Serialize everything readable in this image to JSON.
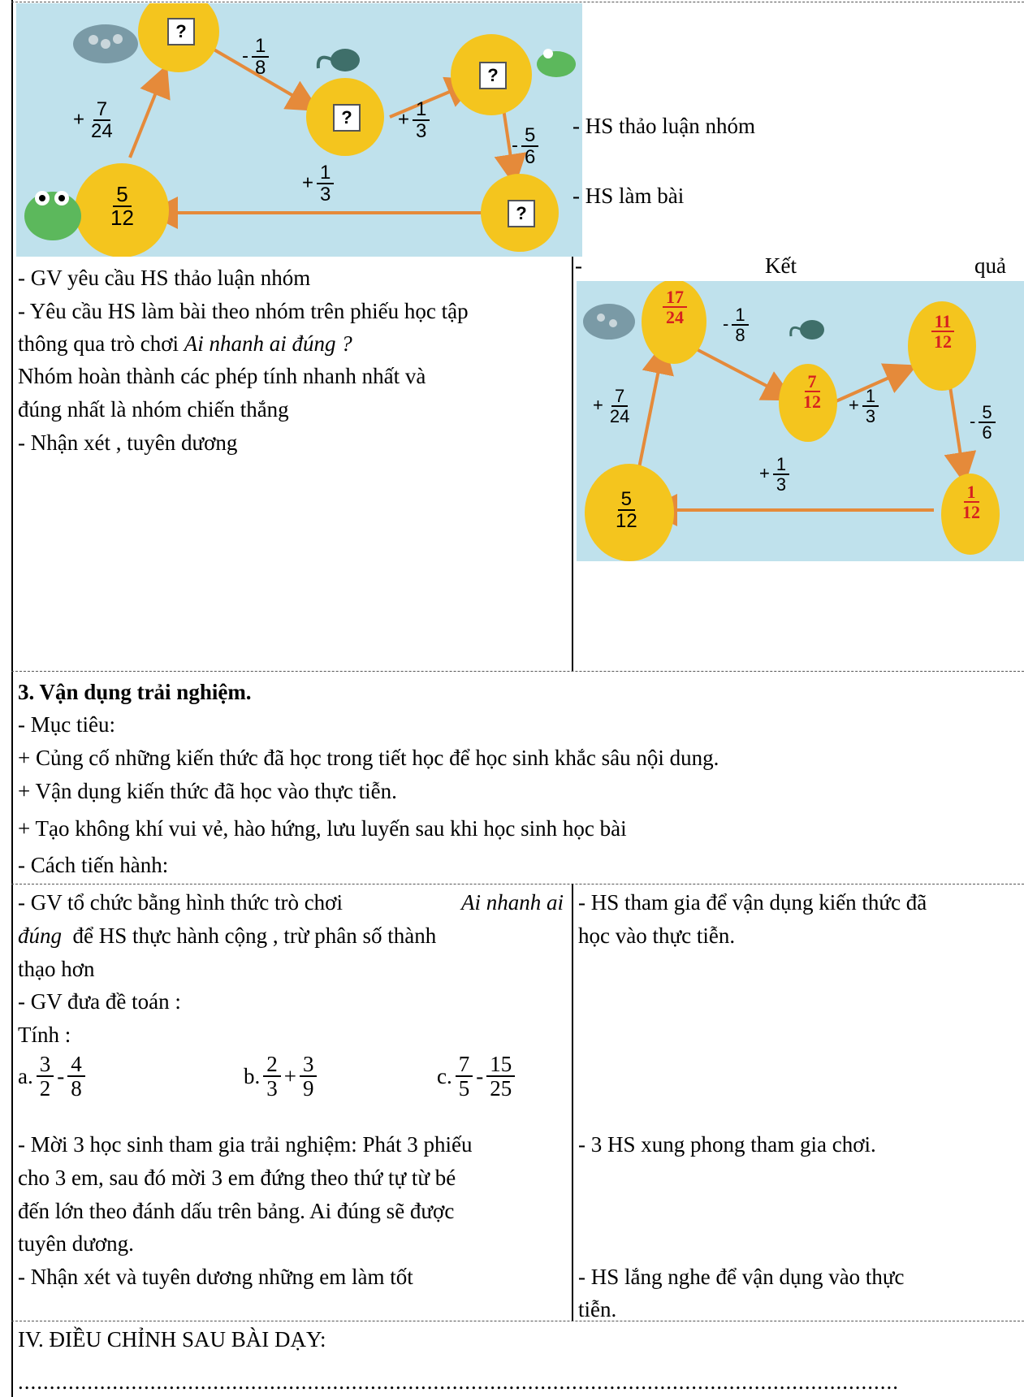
{
  "top_right": {
    "line1": "- HS thảo luận nhóm",
    "line2": "- HS làm bài",
    "result_dash": "-",
    "result_word1": "Kết",
    "result_word2": "quả"
  },
  "top_left": {
    "l1": "- GV yêu cầu HS thảo luận nhóm",
    "l2": "- Yêu cầu HS làm bài theo nhóm trên phiếu học tập",
    "l3a": "thông qua trò chơi ",
    "l3b": "Ai nhanh ai đúng ?",
    "l4": "Nhóm hoàn thành các phép tính nhanh nhất và",
    "l5": "đúng nhất là nhóm chiến thắng",
    "l6": "- Nhận xét , tuyên dương"
  },
  "game1": {
    "unknown": "?",
    "start": {
      "num": "5",
      "den": "12"
    },
    "op1": {
      "sign": "+",
      "num": "7",
      "den": "24"
    },
    "op2": {
      "sign": "-",
      "num": "1",
      "den": "8"
    },
    "op3": {
      "sign": "+",
      "num": "1",
      "den": "3"
    },
    "op4": {
      "sign": "-",
      "num": "5",
      "den": "6"
    },
    "op5": {
      "sign": "+",
      "num": "1",
      "den": "3"
    }
  },
  "game2": {
    "n1": {
      "num": "17",
      "den": "24"
    },
    "n2": {
      "num": "7",
      "den": "12"
    },
    "n3": {
      "num": "11",
      "den": "12"
    },
    "n4": {
      "num": "1",
      "den": "12"
    }
  },
  "section3": {
    "title": "3. Vận dụng trải nghiệm.",
    "goal": "- Mục tiêu:",
    "g1": "+ Củng cố những kiến thức đã học trong tiết học để học sinh khắc sâu nội dung.",
    "g2": "+ Vận dụng kiến thức đã học vào thực tiễn.",
    "g3": "+ Tạo không khí vui vẻ, hào hứng, lưu luyến sau khi học sinh học bài",
    "method": "- Cách tiến hành:"
  },
  "bottom_left": {
    "l1a": "- GV tổ chức bằng hình thức trò chơi ",
    "l1b": "Ai nhanh ai",
    "l2a": "đúng",
    "l2b": "  để HS thực hành cộng , trừ phân số thành",
    "l3": "thạo hơn",
    "l4": "- GV đưa đề toán :",
    "l5": "Tính :",
    "a_label": "a.",
    "a_n1": "3",
    "a_d1": "2",
    "a_op": "-",
    "a_n2": "4",
    "a_d2": "8",
    "b_label": "b.",
    "b_n1": "2",
    "b_d1": "3",
    "b_op": "+",
    "b_n2": "3",
    "b_d2": "9",
    "c_label": "c.",
    "c_n1": "7",
    "c_d1": "5",
    "c_op": "-",
    "c_n2": "15",
    "c_d2": "25",
    "l6": "- Mời 3 học sinh tham gia trải nghiệm: Phát 3 phiếu",
    "l7": "cho 3 em, sau đó mời 3 em đứng theo thứ tự từ bé",
    "l8": "đến lớn theo đánh dấu trên bảng. Ai đúng sẽ được",
    "l9": "tuyên dương.",
    "l10": "- Nhận xét và tuyên dương những em làm tốt"
  },
  "bottom_right": {
    "l1": "- HS tham gia để vận dụng kiến thức đã",
    "l2": "học vào thực tiễn.",
    "l3": "- 3 HS xung phong tham gia chơi.",
    "l4": "- HS lắng nghe để vận dụng vào thực",
    "l5": "tiễn."
  },
  "footer": {
    "title": "IV. ĐIỀU CHỈNH SAU BÀI DẠY:",
    "dots": "............................................................................................................................................"
  },
  "colors": {
    "bubble": "#f4c51e",
    "arrow": "#e58a3a",
    "water": "#bfe1ec",
    "answer": "#d62020"
  }
}
